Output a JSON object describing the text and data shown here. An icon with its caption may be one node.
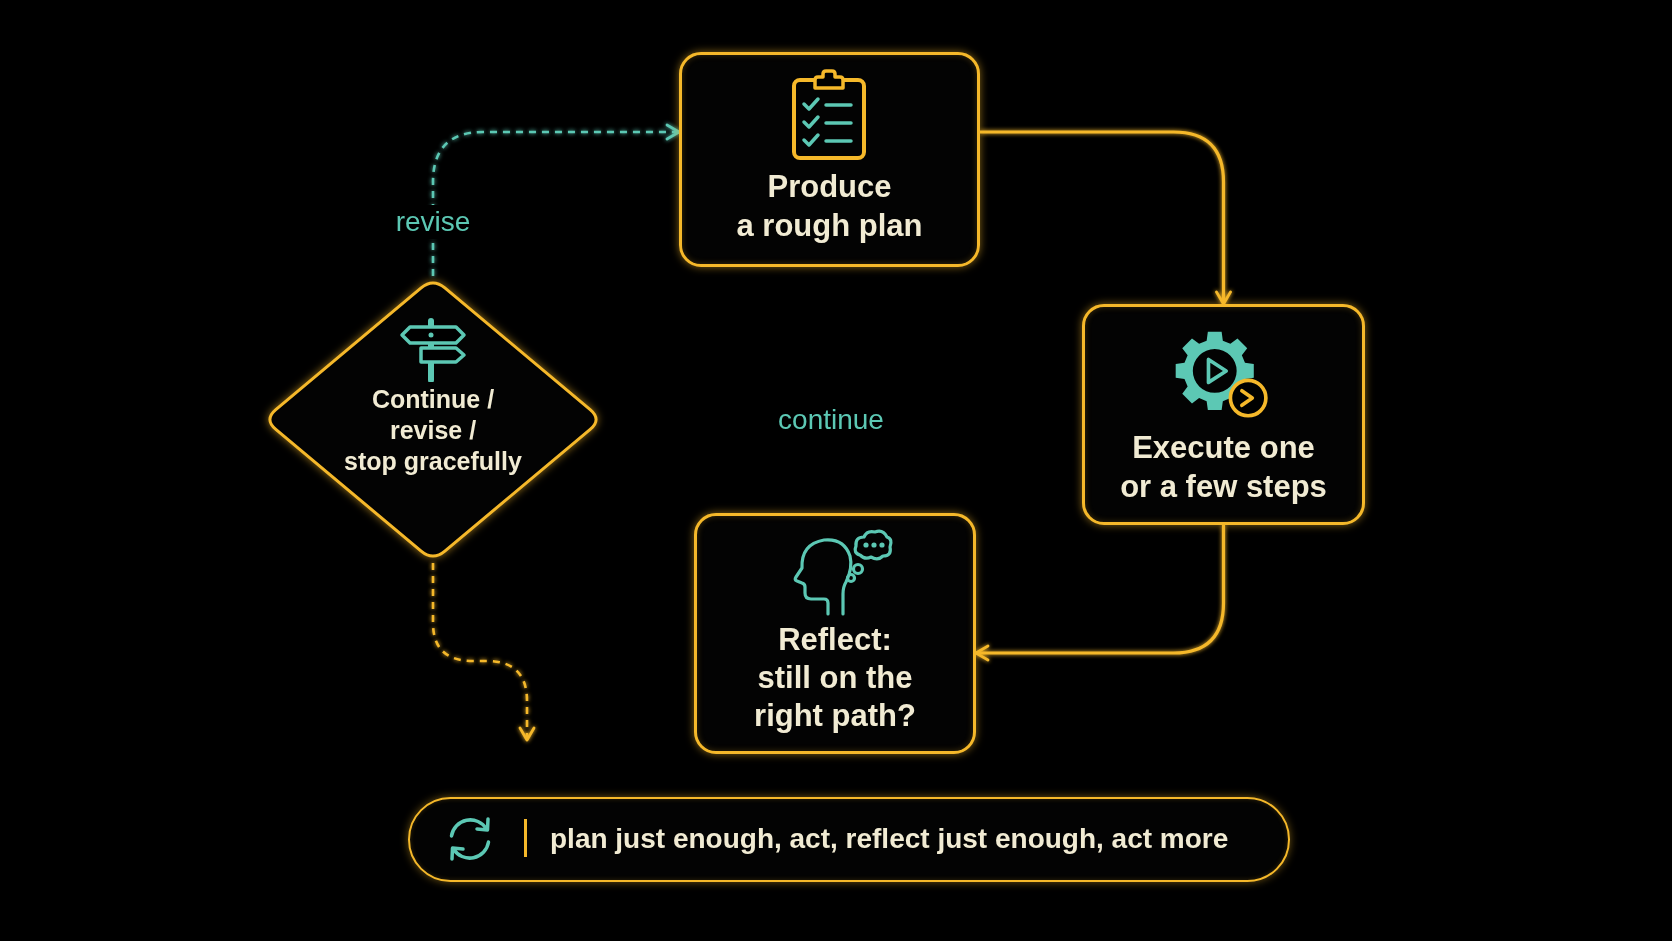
{
  "diagram": {
    "nodes": [
      {
        "text": [
          "Produce a rough plan"
        ]
      },
      {
        "text": [
          "Continue / revise / stop gracefully"
        ]
      },
      {
        "text": [
          "Execute one or a few steps"
        ]
      },
      {
        "text": [
          "Reflect: still on the right path?"
        ]
      },
      {
        "text": [
          "plan just enough, act, reflect just enough, act more"
        ]
      }
    ],
    "edges": [
      {
        "from": 0,
        "to": 2,
        "arrow": "to"
      },
      {
        "from": 2,
        "to": 3,
        "arrow": "to"
      },
      {
        "from": 1,
        "to": 2,
        "label": "continue",
        "arrow": "to",
        "style": "dashed",
        "color": "#5cc8b4"
      },
      {
        "from": 1,
        "to": 0,
        "label": "revise",
        "arrow": "to",
        "style": "dashed",
        "color": "#5cc8b4"
      },
      {
        "from": 1,
        "to": null,
        "arrow": "to",
        "style": "dashed"
      }
    ]
  }
}
